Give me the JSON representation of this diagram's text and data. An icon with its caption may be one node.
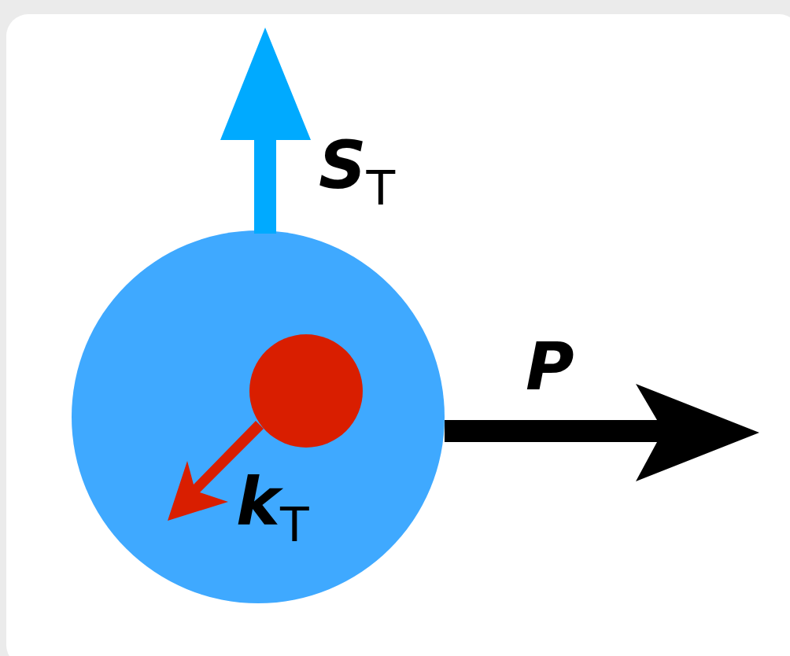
{
  "diagram": {
    "nodes": [
      {
        "text": [],
        "shape": "circle"
      },
      {
        "text": [],
        "shape": "circle",
        "in": 0
      }
    ],
    "labels": [
      "S$_{T}$",
      "P",
      "k$_{T}$"
    ]
  }
}
